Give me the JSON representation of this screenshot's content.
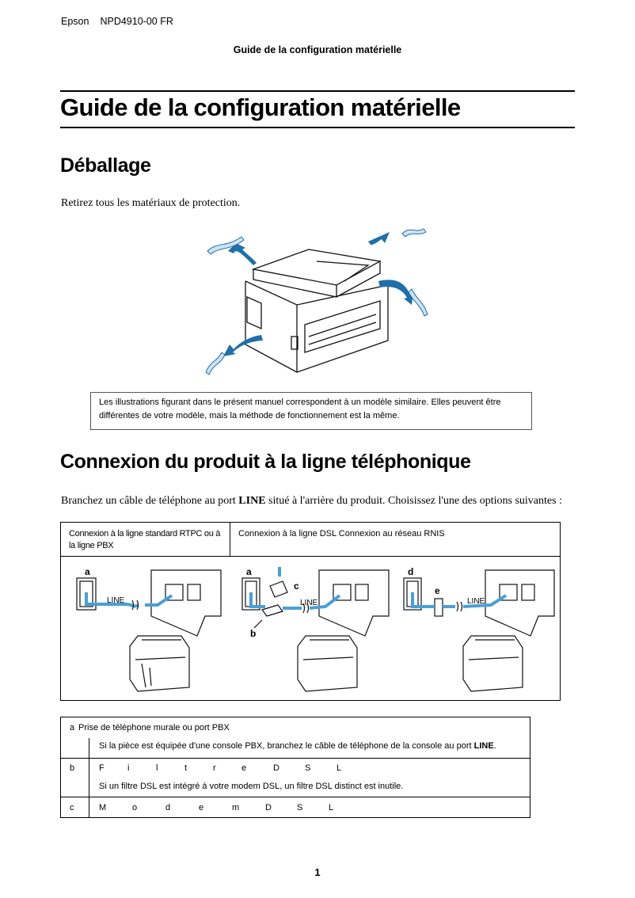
{
  "header": {
    "brand": "Epson",
    "doc_code": "NPD4910-00 FR",
    "running_title": "Guide de la configuration matérielle"
  },
  "title": "Guide de la configuration matérielle",
  "unpacking": {
    "heading": "Déballage",
    "instruction": "Retirez tous les matériaux de protection."
  },
  "note": {
    "line1": "Les illustrations figurant dans le présent manuel correspondent à un modèle similaire. Elles peuvent être",
    "line2": "différentes de votre modèle, mais la méthode de fonctionnement est la même."
  },
  "phone_section": {
    "heading": "Connexion du produit à la ligne téléphonique",
    "intro_before": "Branchez un câble de téléphone au port ",
    "intro_bold": "LINE",
    "intro_after": " situé à l'arrière du produit. Choisissez l'une des options suivantes :"
  },
  "options_table": {
    "col1_line1": "Connexion à la ligne standard RTPC ou à",
    "col1_line2": "la ligne PBX",
    "col2": "Connexion à la ligne DSL Connexion au réseau RNIS",
    "diagram1": {
      "label_a": "a",
      "line_label": "LINE"
    },
    "diagram2": {
      "label_a": "a",
      "label_b": "b",
      "label_c": "c",
      "line_label": "LINE"
    },
    "diagram3": {
      "label_d": "d",
      "label_e": "e",
      "line_label": "LINE"
    }
  },
  "legend": {
    "a_letter": "a",
    "a_title": "Prise de téléphone murale ou port PBX",
    "a_desc_before": "Si la pièce est équipée d'une console PBX, branchez le câble de téléphone de la console au port ",
    "a_desc_bold": "LINE",
    "a_desc_after": ".",
    "b_letter": "b",
    "b_title_chars": [
      "F",
      "i",
      "l",
      "t",
      "r",
      "e",
      "D",
      "S",
      "L"
    ],
    "b_desc": "Si un filtre DSL est intégré à votre modem DSL, un filtre DSL distinct est inutile.",
    "c_letter": "c",
    "c_title_chars": [
      "M",
      "o",
      "d",
      "e",
      "m",
      "D",
      "S",
      "L"
    ]
  },
  "page_number": "1",
  "colors": {
    "arrow_blue": "#1f6fa8",
    "cable_blue": "#4a9fd6",
    "text": "#000000"
  }
}
